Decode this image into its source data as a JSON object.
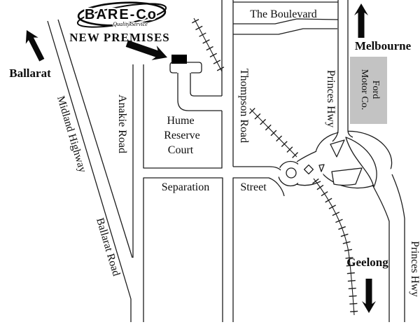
{
  "title": "BARE-Co new premises location map",
  "logo": {
    "name": "BARE-Co",
    "tagline": "Quality Service"
  },
  "premises": {
    "label": "NEW PREMISES"
  },
  "destinations": {
    "ballarat": "Ballarat",
    "melbourne": "Melbourne",
    "geelong": "Geelong"
  },
  "roads": {
    "midland_highway": "Midland Highway",
    "ballarat_road": "Ballarat Road",
    "anakie_road": "Anakie Road",
    "thompson_road": "Thompson Road",
    "boulevard": "The Boulevard",
    "princes_hwy_north": "Princes Hwy",
    "princes_hwy_south": "Princes Hwy",
    "separation": "Separation",
    "street": "Street",
    "hume": [
      "Hume",
      "Reserve",
      "Court"
    ]
  },
  "landmarks": {
    "ford": [
      "Ford",
      "Motor Co."
    ]
  },
  "colors": {
    "ink": "#1d1d1d",
    "ford_box": "#c3c3c3",
    "background": "#ffffff",
    "premises_building": "#000000"
  }
}
